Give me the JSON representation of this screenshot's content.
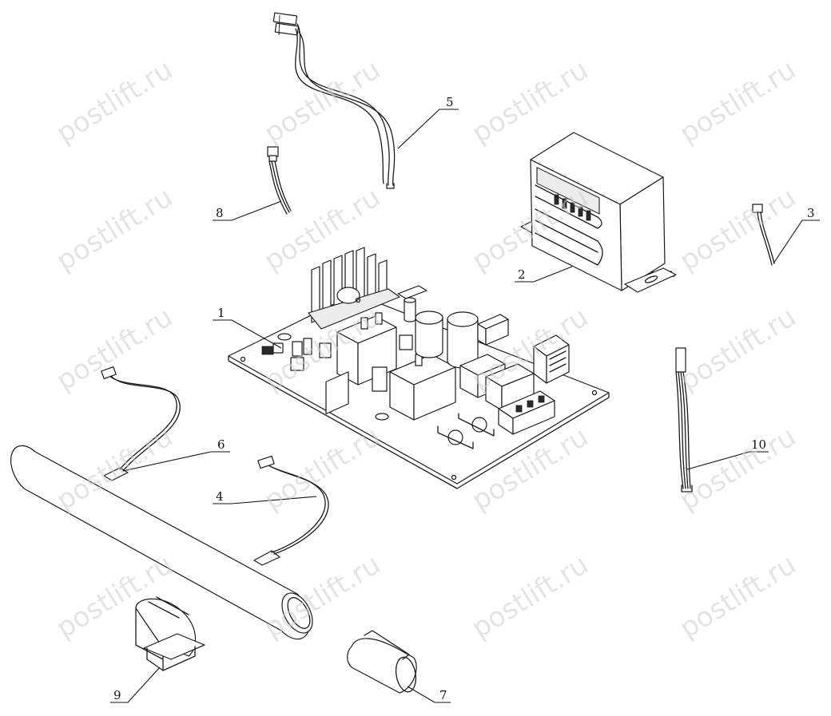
{
  "watermark_text": "postlift.ru",
  "callouts": {
    "c1": "1",
    "c2": "2",
    "c3": "3",
    "c4": "4",
    "c5": "5",
    "c6": "6",
    "c7": "7",
    "c8": "8",
    "c9": "9",
    "c10": "10"
  },
  "colors": {
    "ink": "#1a1a1a",
    "watermark": "#cfcfcf",
    "background": "#ffffff"
  }
}
